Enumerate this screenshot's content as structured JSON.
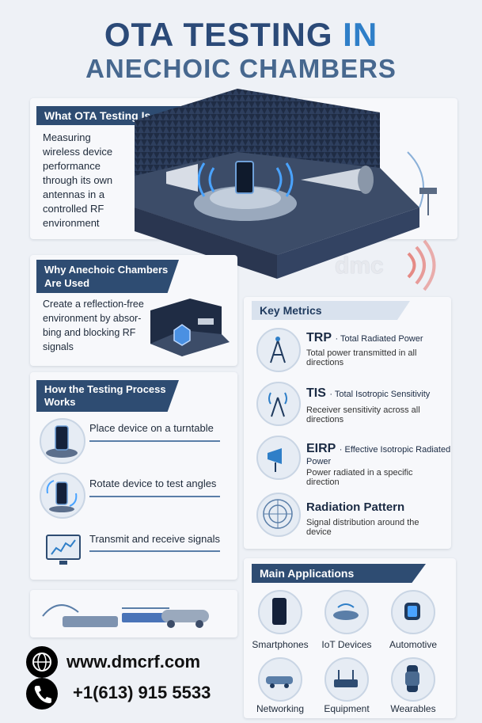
{
  "title": {
    "line1_part1": "OTA TESTING ",
    "line1_part2": "IN",
    "line2": "ANECHOIC CHAMBERS"
  },
  "what": {
    "heading": "What OTA Testing Is",
    "body": "Measuring wireless device performance through its own antennas in a controlled RF environment"
  },
  "why": {
    "heading": "Why Anechoic Chambers Are Used",
    "body": "Create a reflection-free environment by absor-bing and blocking RF signals"
  },
  "process": {
    "heading": "How the Testing Process Works",
    "steps": [
      "Place device on a turntable",
      "Rotate device to test angles",
      "Transmit and receive signals"
    ]
  },
  "logo": {
    "text": "dmc"
  },
  "metrics": {
    "heading": "Key Metrics",
    "items": [
      {
        "abbr": "TRP",
        "full": "· Total Radiated Power",
        "desc": "Total power transmitted in all directions"
      },
      {
        "abbr": "TIS",
        "full": "· Total Isotropic Sensitivity",
        "desc": "Receiver sensitivity across all directions"
      },
      {
        "abbr": "EIRP",
        "full": "· Effective Isotropic Radiated Power",
        "desc": "Power radiated in a specific direction"
      },
      {
        "abbr": "Radiation Pattern",
        "full": "",
        "desc": "Signal distribution around the device"
      }
    ]
  },
  "applications": {
    "heading": "Main Applications",
    "items": [
      "Smartphones",
      "IoT Devices",
      "Automotive",
      "Networking",
      "Equipment",
      "Wearables"
    ]
  },
  "contact": {
    "website": "www.dmcrf.com",
    "phone": "+1(613) 915 5533"
  },
  "colors": {
    "navy": "#2e4c72",
    "accent": "#2f7fc8",
    "logo_red": "#e0463b"
  }
}
